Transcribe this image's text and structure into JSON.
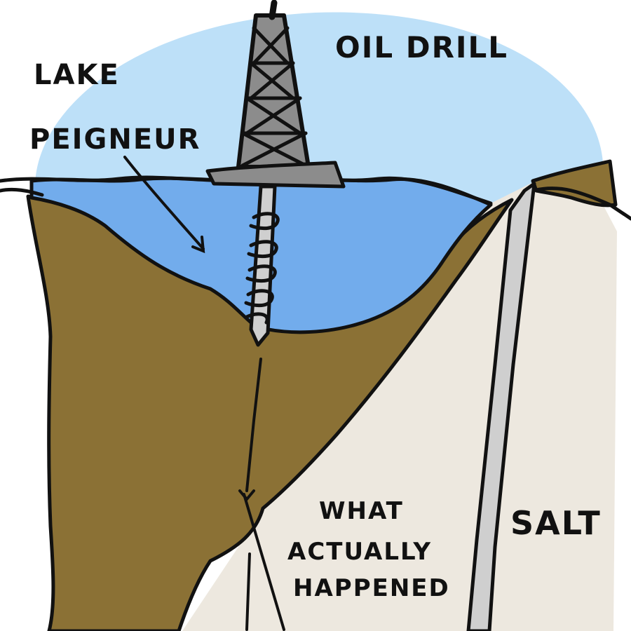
{
  "labels": {
    "lake_line1": "LAKE",
    "lake_line2": "PEIGNEUR",
    "oil_drill": "OIL DRILL",
    "what_line1": "WHAT",
    "what_line2": "ACTUALLY",
    "what_line3": "HAPPENED",
    "salt": "SALT"
  },
  "colors": {
    "sky": "#bde0f8",
    "lake": "#72acec",
    "soil": "#8b7135",
    "salt": "#ede8df",
    "rig": "#8c8c8c",
    "pipe": "#cfcfcf",
    "outline": "#111111"
  }
}
